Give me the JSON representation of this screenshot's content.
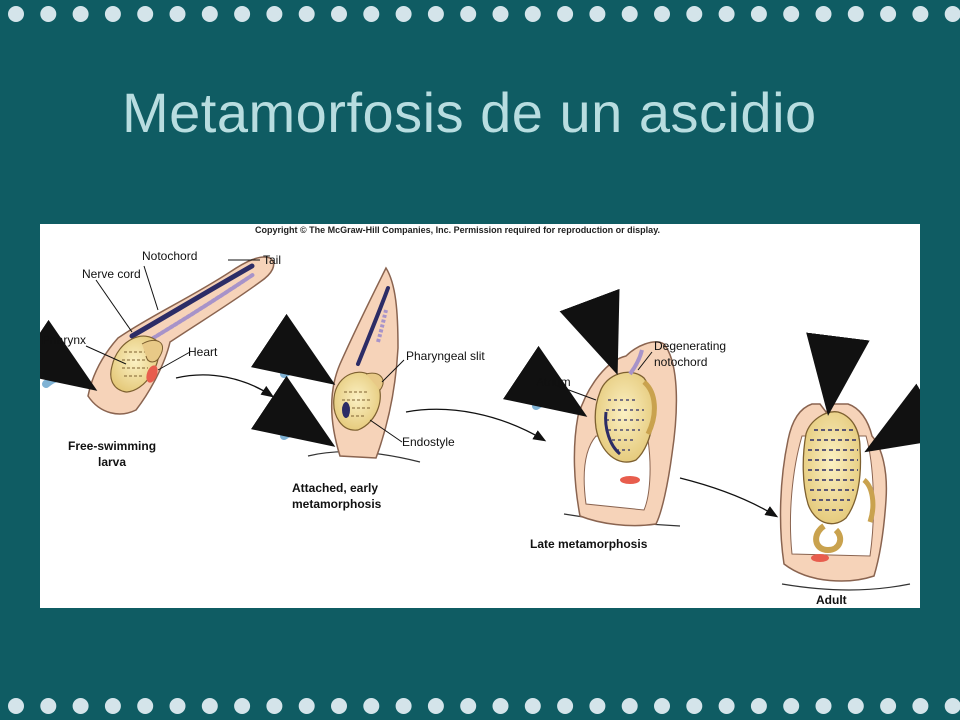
{
  "slide": {
    "title": "Metamorfosis de un ascidio",
    "colors": {
      "background": "#0f5c63",
      "title": "#b8dde0",
      "dots": "#d4e4ea"
    }
  },
  "figure": {
    "copyright": "Copyright © The McGraw-Hill Companies, Inc. Permission required for reproduction or display.",
    "labels": {
      "notochord": "Notochord",
      "tail": "Tail",
      "nerve_cord": "Nerve cord",
      "pharynx": "Pharynx",
      "heart": "Heart",
      "pharyngeal_slit": "Pharyngeal slit",
      "endostyle": "Endostyle",
      "degenerating_1": "Degenerating",
      "degenerating_2": "notochord",
      "atrium": "Atrium"
    },
    "stages": {
      "free_swimming_1": "Free-swimming",
      "free_swimming_2": "larva",
      "attached_1": "Attached, early",
      "attached_2": "metamorphosis",
      "late": "Late metamorphosis",
      "adult": "Adult"
    }
  }
}
